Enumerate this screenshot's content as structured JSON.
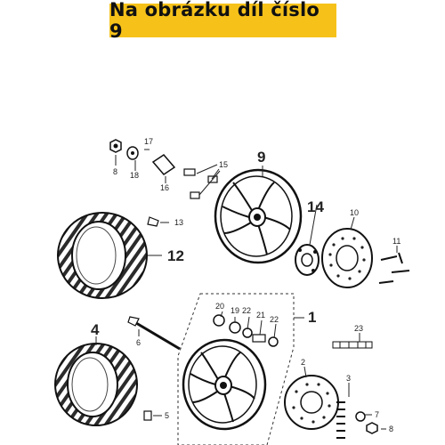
{
  "banner": {
    "text": "Na obrázku díl číslo 9"
  },
  "callouts": {
    "p1": "1",
    "p2": "2",
    "p3": "3",
    "p4": "4",
    "p5": "5",
    "p6": "6",
    "p7": "7",
    "p8a": "8",
    "p8b": "8",
    "p9": "9",
    "p10": "10",
    "p11": "11",
    "p12": "12",
    "p13": "13",
    "p14": "14",
    "p15": "15",
    "p16": "16",
    "p17": "17",
    "p18": "18",
    "p19": "19",
    "p20": "20",
    "p21": "21",
    "p22a": "22",
    "p22b": "22",
    "p23": "23"
  }
}
